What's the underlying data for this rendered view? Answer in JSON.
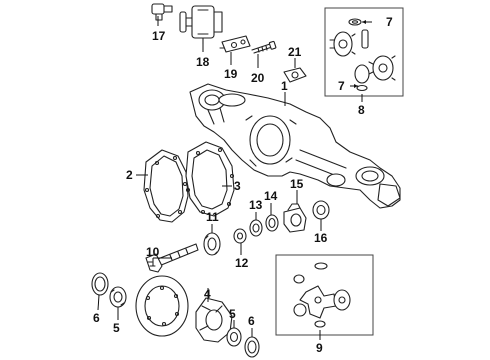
{
  "callouts": {
    "c1": "1",
    "c2": "2",
    "c3": "3",
    "c4": "4",
    "c5a": "5",
    "c5b": "5",
    "c6a": "6",
    "c6b": "6",
    "c7a": "7",
    "c7b": "7",
    "c8": "8",
    "c9": "9",
    "c10": "10",
    "c11": "11",
    "c12": "12",
    "c13": "13",
    "c14": "14",
    "c15": "15",
    "c16": "16",
    "c17": "17",
    "c18": "18",
    "c19": "19",
    "c20": "20",
    "c21": "21"
  }
}
